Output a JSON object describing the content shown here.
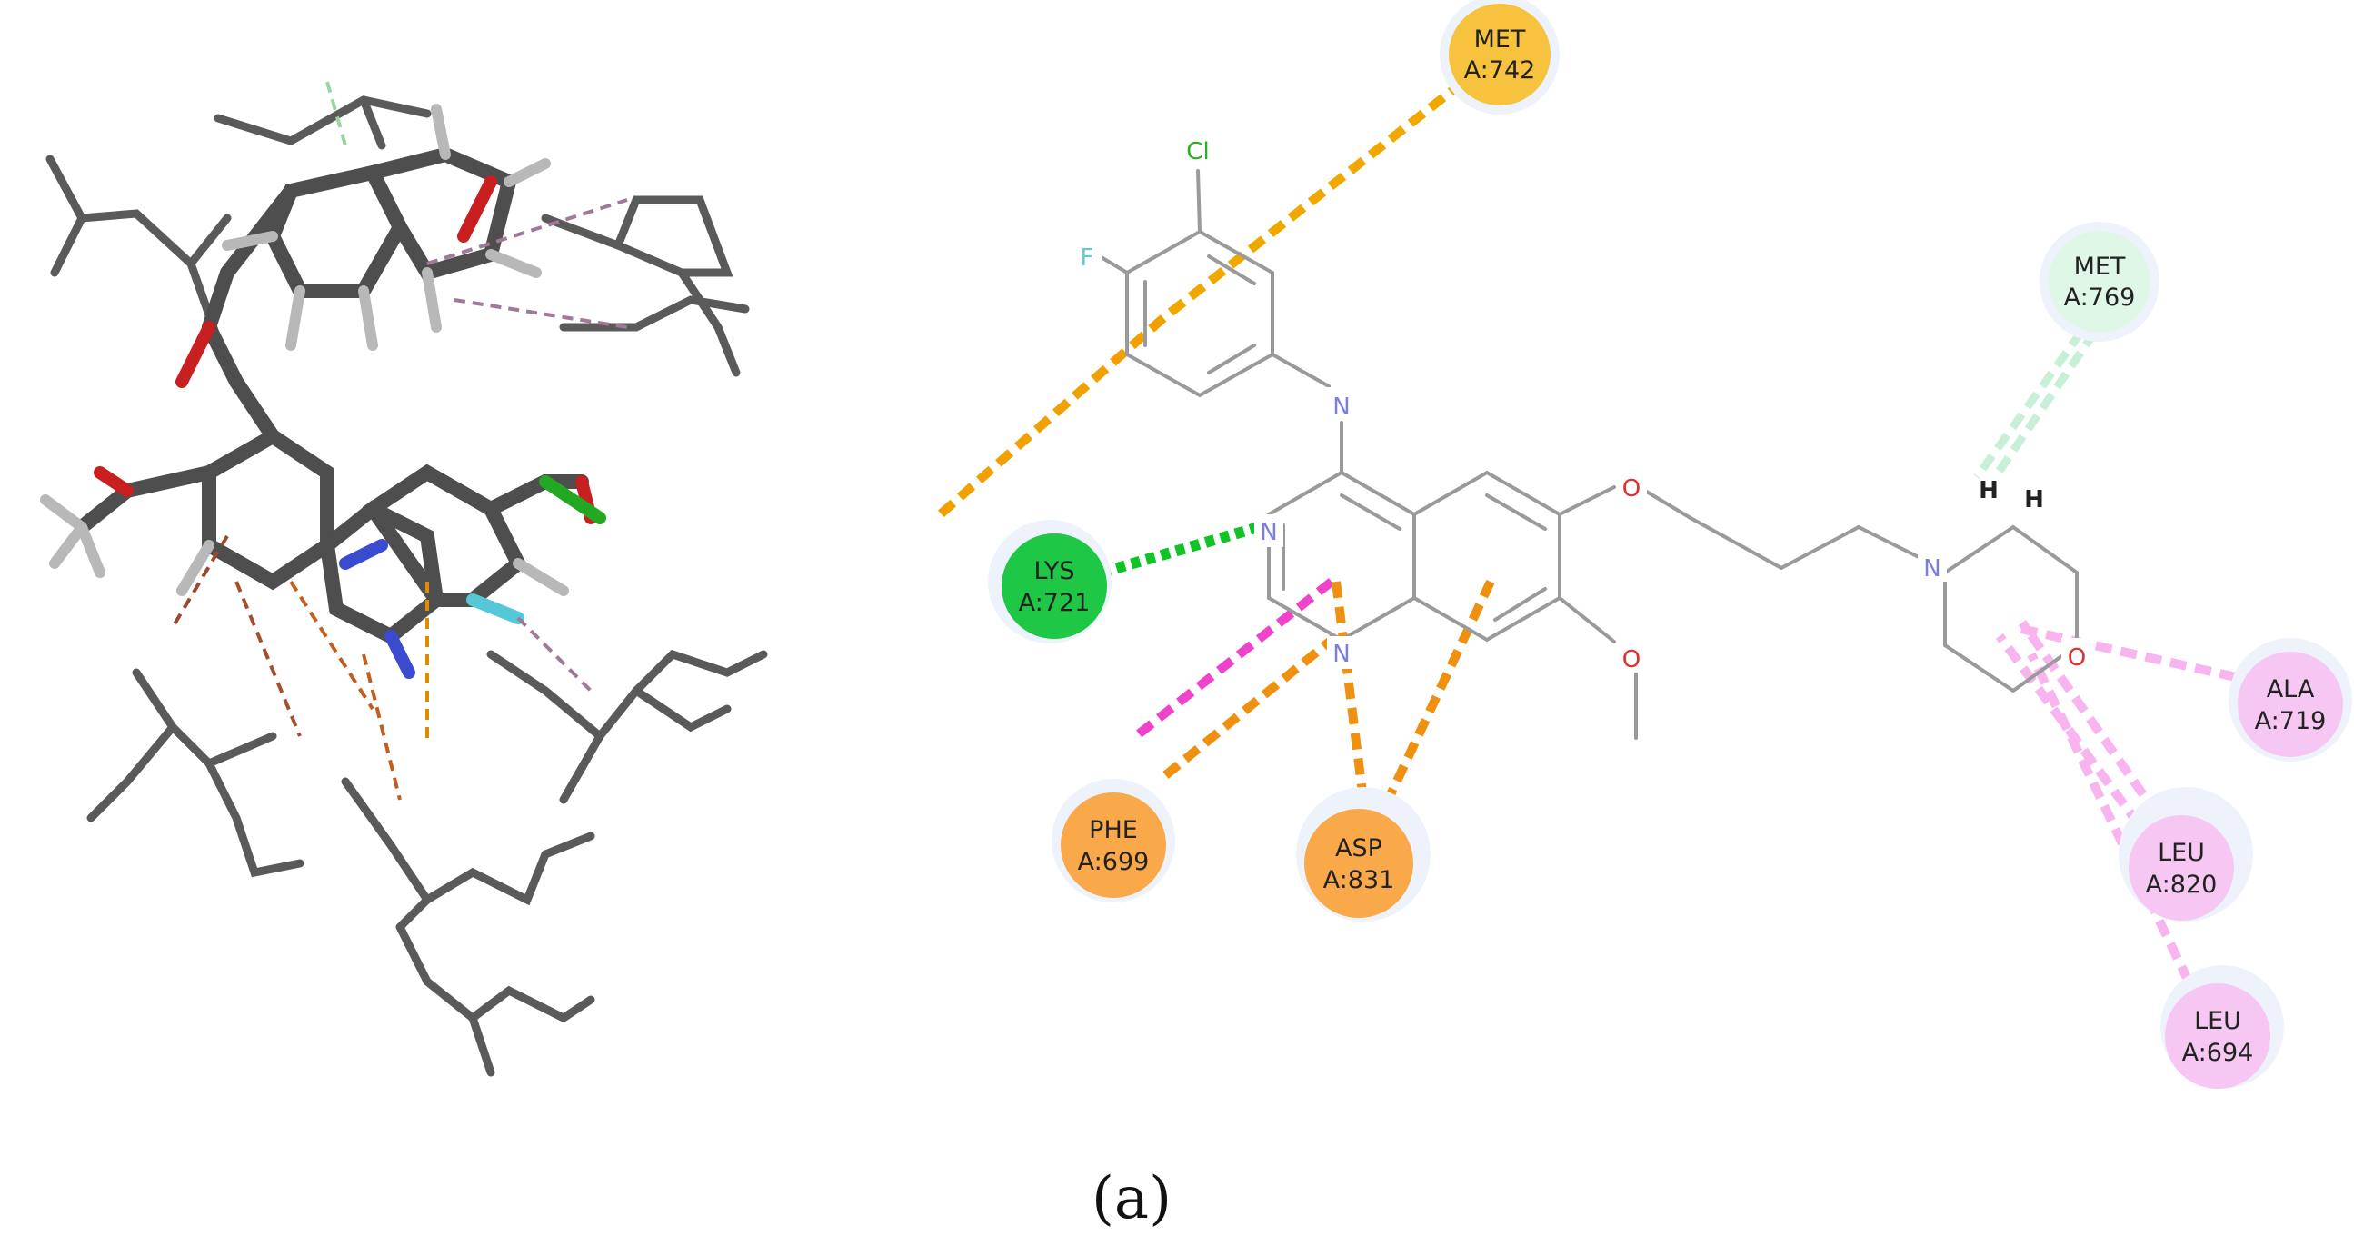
{
  "caption": "(a)",
  "atom_labels": {
    "cl": "Cl",
    "f": "F",
    "n_amine": "N",
    "n1": "N",
    "n3": "N",
    "o_ether": "O",
    "o_methoxy": "O",
    "n_morpholine": "N",
    "o_morpholine": "O",
    "h1": "H",
    "h2": "H"
  },
  "residues": {
    "met742": {
      "name": "MET",
      "id": "A:742",
      "color": "#f7c23e"
    },
    "met769": {
      "name": "MET",
      "id": "A:769",
      "color": "#dff7e6"
    },
    "lys721": {
      "name": "LYS",
      "id": "A:721",
      "color": "#1fc746"
    },
    "phe699": {
      "name": "PHE",
      "id": "A:699",
      "color": "#f9a84a"
    },
    "asp831": {
      "name": "ASP",
      "id": "A:831",
      "color": "#f9a84a"
    },
    "ala719": {
      "name": "ALA",
      "id": "A:719",
      "color": "#f6c7f3"
    },
    "leu820": {
      "name": "LEU",
      "id": "A:820",
      "color": "#f6c7f3"
    },
    "leu694": {
      "name": "LEU",
      "id": "A:694",
      "color": "#f6c7f3"
    }
  },
  "colors": {
    "bond": "#9a9a9a",
    "nitrogen": "#7d7de0",
    "oxygen": "#e03030",
    "chlorine": "#26b026",
    "fluorine": "#64c8dc",
    "pi_alkyl": "#f0a000",
    "conventional_hbond": "#18c830",
    "carbon_hbond": "#c6f0d6",
    "pi_sigma": "#ee44cc",
    "alkyl": "#f7b4ee"
  }
}
